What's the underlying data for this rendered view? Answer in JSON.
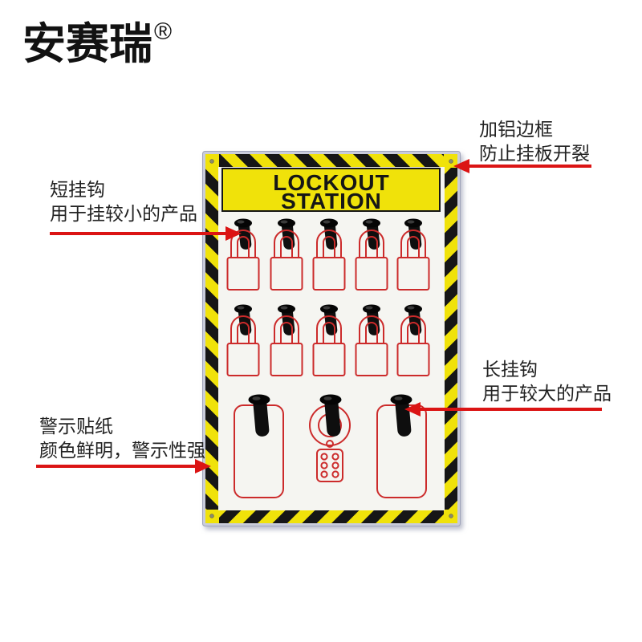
{
  "logo": {
    "text": "安赛瑞",
    "registered_mark": "®"
  },
  "board": {
    "title_line1": "LOCKOUT",
    "title_line2": "STATION",
    "short_hook_rows": 2,
    "short_hooks_per_row": 5,
    "padlock_outline_count": 10,
    "long_hook_count": 3,
    "tag_outline_count": 2,
    "hasp_outline_count": 1
  },
  "annotations": {
    "aluminum_frame": {
      "line1": "加铝边框",
      "line2": "防止挂板开裂"
    },
    "short_hook": {
      "line1": "短挂钩",
      "line2": "用于挂较小的产品"
    },
    "long_hook": {
      "line1": "长挂钩",
      "line2": "用于较大的产品"
    },
    "warning_sticker": {
      "line1": "警示贴纸",
      "line2": "颜色鲜明，警示性强"
    }
  },
  "colors": {
    "hazard_yellow": "#f0e20a",
    "hazard_black": "#161616",
    "outline_red": "#cc2b2b",
    "arrow_red": "#db1414",
    "frame_silver": "#c9ccda",
    "logo_black": "#121212"
  }
}
